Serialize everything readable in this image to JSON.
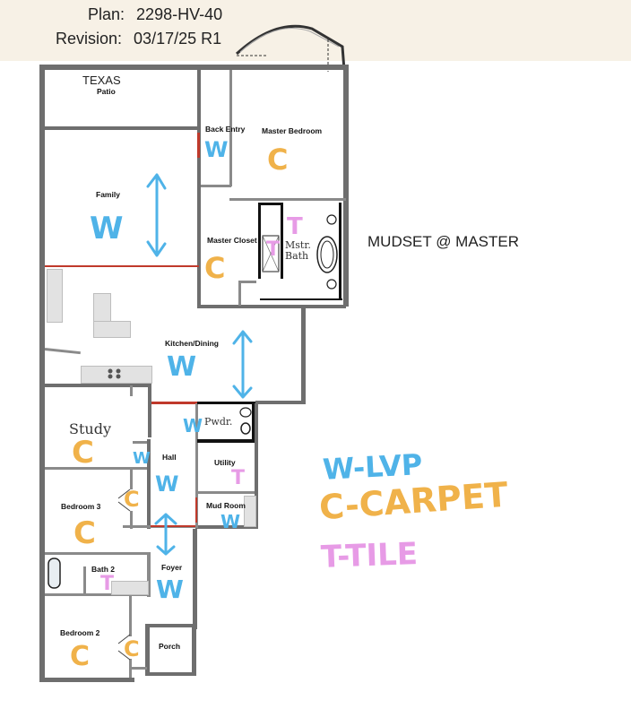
{
  "header": {
    "plan_label": "Plan:",
    "plan_value": "2298-HV-40",
    "revision_label": "Revision:",
    "revision_value": "03/17/25 R1"
  },
  "rooms": {
    "patio_title": "TEXAS",
    "patio": "Patio",
    "back_entry": "Back Entry",
    "master_bedroom": "Master Bedroom",
    "family": "Family",
    "master_closet": "Master Closet",
    "master_bath_line1": "Mstr.",
    "master_bath_line2": "Bath",
    "kitchen_dining": "Kitchen/Dining",
    "study": "Study",
    "powder_room": "Pwdr.",
    "hall": "Hall",
    "utility": "Utility",
    "mud_room": "Mud Room",
    "bedroom3": "Bedroom 3",
    "bath2": "Bath 2",
    "foyer": "Foyer",
    "bedroom2": "Bedroom 2",
    "porch": "Porch"
  },
  "note": "MUDSET @ MASTER",
  "marks": {
    "w": "W",
    "c": "C",
    "t": "T"
  },
  "legend": {
    "w": "W-LVP",
    "c": "C-CARPET",
    "t": "T-TILE"
  },
  "colors": {
    "lvp": "#4fb3e8",
    "carpet": "#f0b24a",
    "tile": "#e79be6",
    "wall": "#6e6e6e",
    "accent_wall": "#c0392b"
  }
}
